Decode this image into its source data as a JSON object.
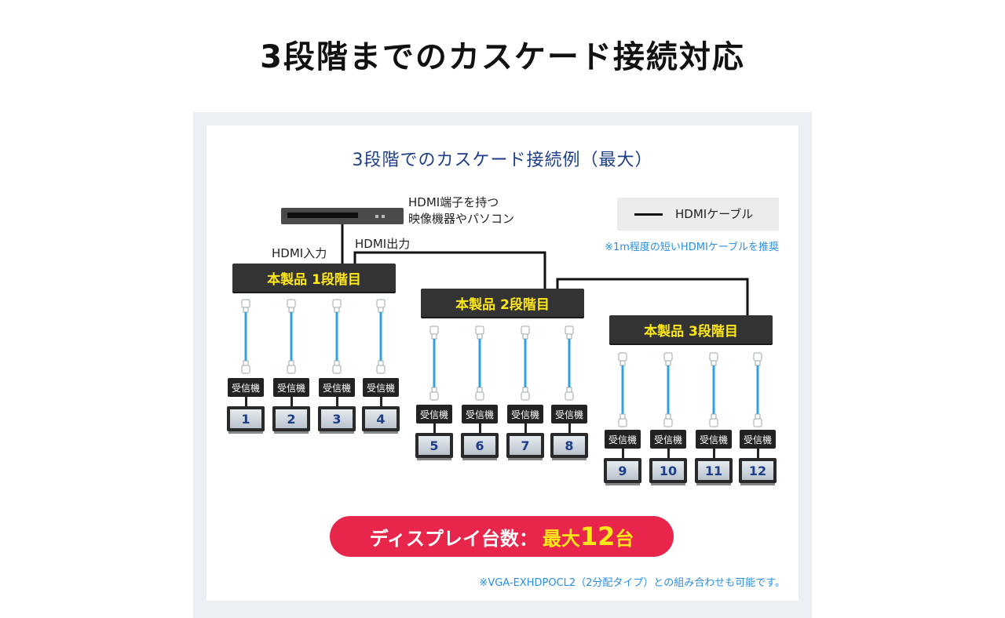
{
  "title": "3段階までのカスケード接続対応",
  "subtitle": "3段階でのカスケード接続例（最大）",
  "legend": {
    "label": "HDMIケーブル",
    "note": "※1m程度の短いHDMIケーブルを推奨"
  },
  "source": {
    "label_line1": "HDMI端子を持つ",
    "label_line2": "映像機器やパソコン"
  },
  "labels": {
    "hdmi_in": "HDMI入力",
    "hdmi_out": "HDMI出力"
  },
  "devices": [
    {
      "label": "本製品 1段階目"
    },
    {
      "label": "本製品 2段階目"
    },
    {
      "label": "本製品 3段階目"
    }
  ],
  "receiver_label": "受信機",
  "monitors": [
    "1",
    "2",
    "3",
    "4",
    "5",
    "6",
    "7",
    "8",
    "9",
    "10",
    "11",
    "12"
  ],
  "summary": {
    "text": "ディスプレイ台数：",
    "highlight": "最大",
    "count": "12",
    "unit": "台"
  },
  "footnote": "※VGA-EXHDPOCL2（2分配タイプ）との組み合わせも可能です。",
  "colors": {
    "title_blue": "#1f3e88",
    "device_label": "#ffe81a",
    "cable_blue": "#2fa0e6",
    "pill_red": "#e8264b",
    "note_blue": "#2b8ee0"
  }
}
